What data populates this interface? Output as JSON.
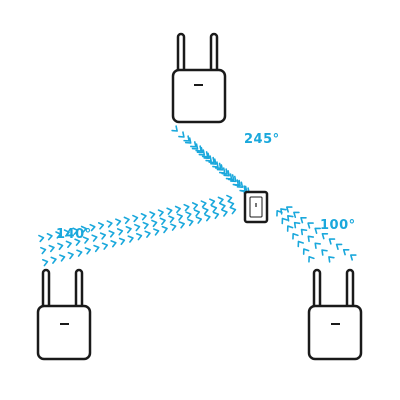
{
  "diagram": {
    "routers": [
      {
        "id": "top",
        "name": "router-top"
      },
      {
        "id": "left",
        "name": "router-bottom-left"
      },
      {
        "id": "right",
        "name": "router-bottom-right"
      }
    ],
    "device": {
      "name": "center-device"
    },
    "signals": [
      {
        "from": "top",
        "angle_label": "245°"
      },
      {
        "from": "left",
        "angle_label": "140°"
      },
      {
        "from": "right",
        "angle_label": "100°"
      }
    ],
    "colors": {
      "signal": "#1aa8dc",
      "outline": "#1a1a1a"
    }
  }
}
